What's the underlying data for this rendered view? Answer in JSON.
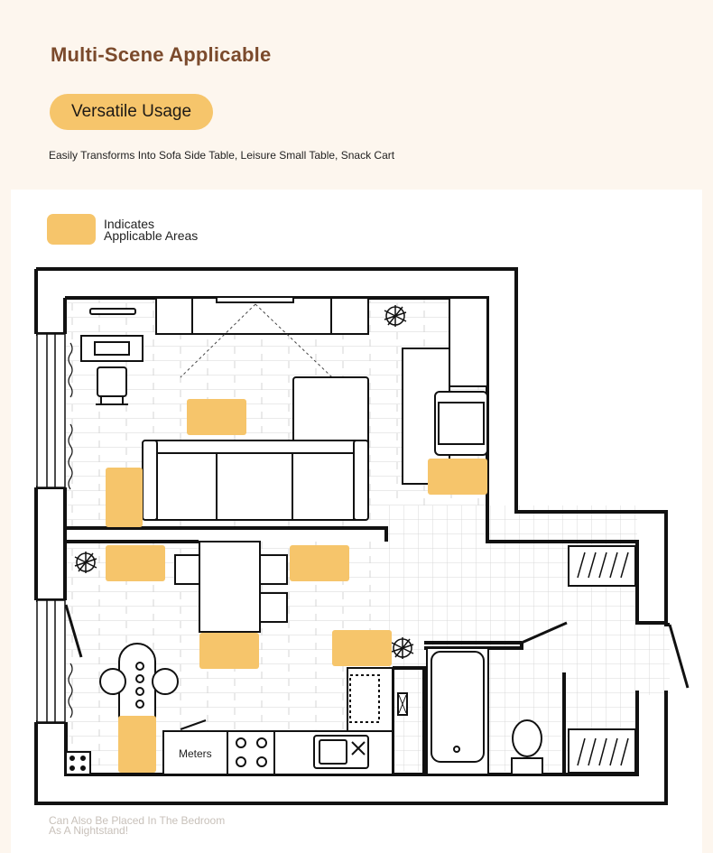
{
  "header": {
    "title": "Multi-Scene Applicable",
    "badge": "Versatile Usage",
    "subtitle": "Easily Transforms Into Sofa Side Table, Leisure Small Table, Snack Cart"
  },
  "legend": {
    "line1": "Indicates",
    "line2": "Applicable Areas"
  },
  "plan": {
    "scale_label": "Meters"
  },
  "footer": {
    "line1": "Can Also Be Placed In The Bedroom",
    "line2": "As A Nightstand!"
  },
  "colors": {
    "highlight": "#f6c56b",
    "title": "#7b4a2c",
    "wall": "#111111",
    "background": "#fdf6ee"
  }
}
